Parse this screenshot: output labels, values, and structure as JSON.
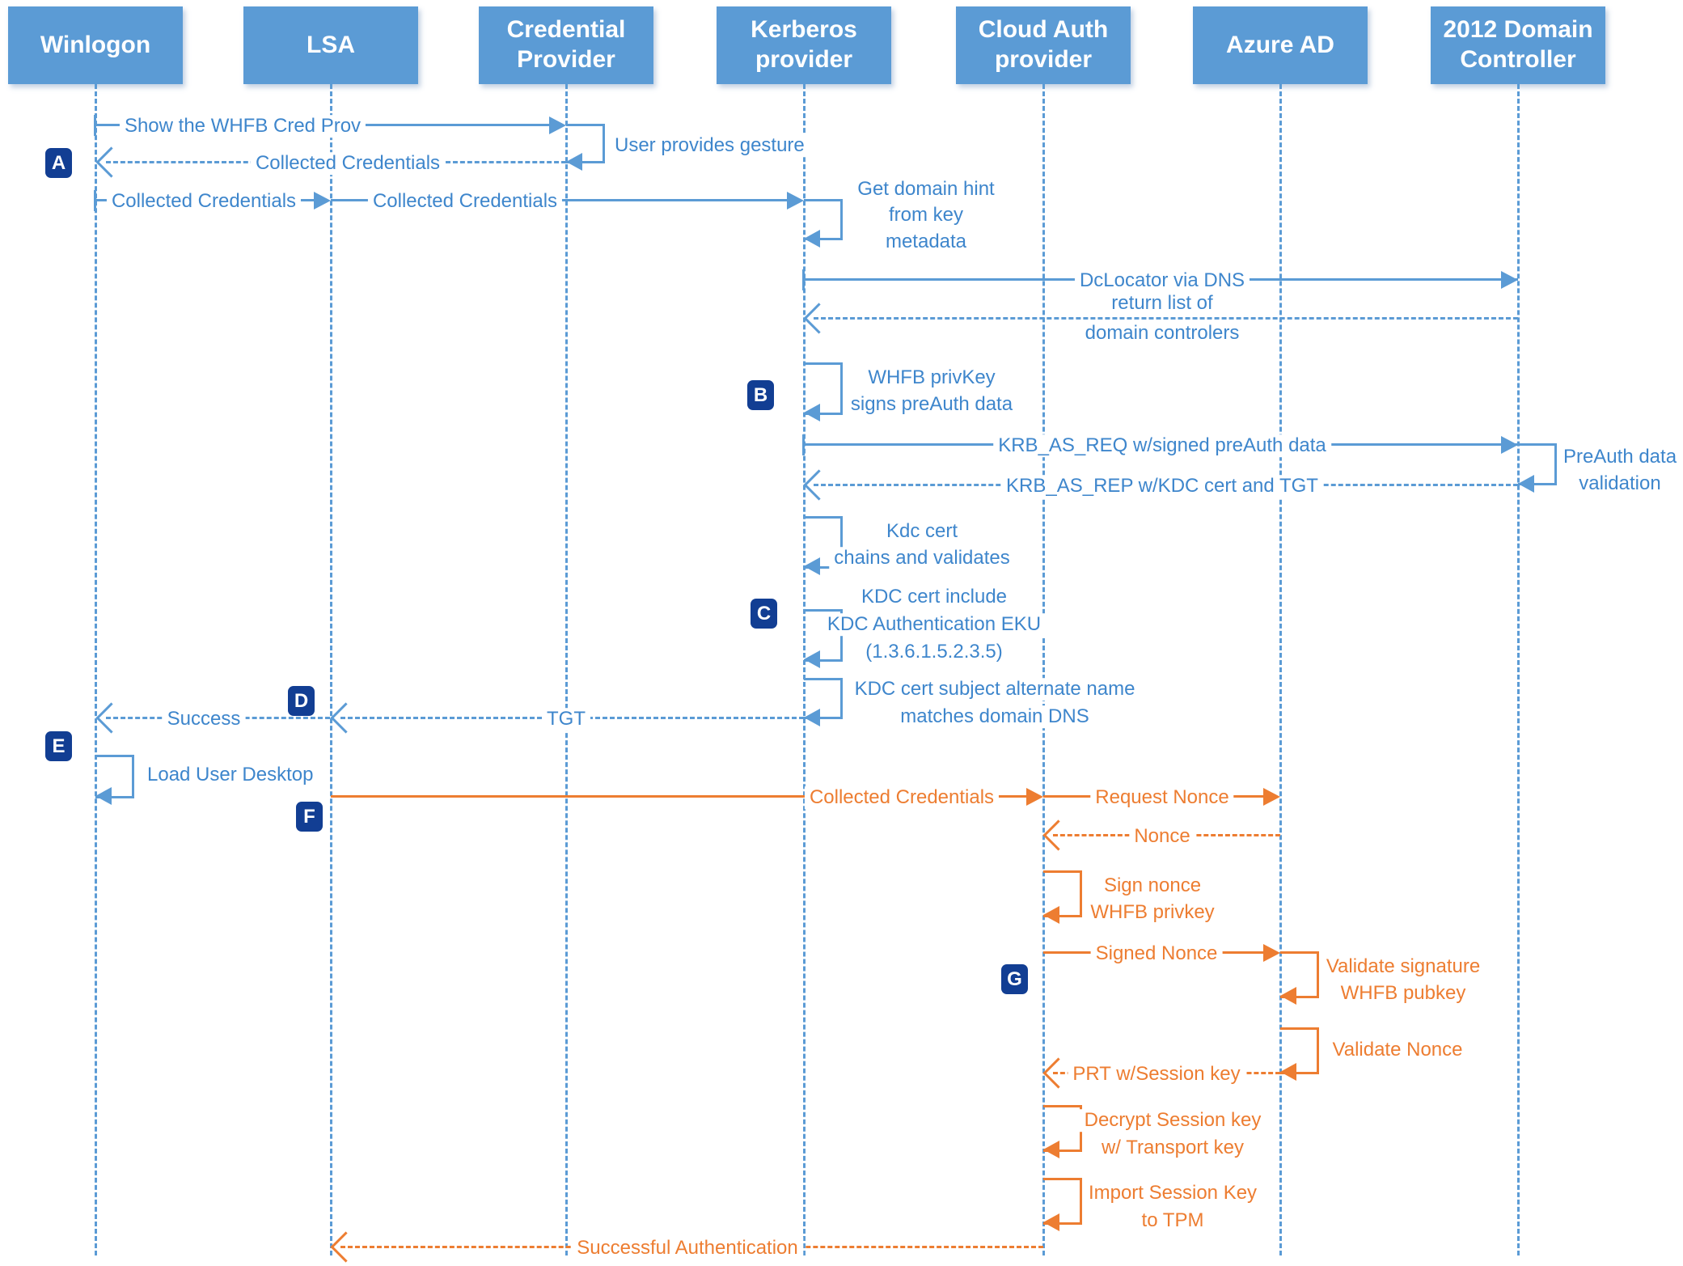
{
  "colors": {
    "blue": "#5B9BD5",
    "blue_text": "#3E86CC",
    "orange": "#ED7D31",
    "marker_bg": "#123E93"
  },
  "actors": [
    {
      "label": "Winlogon"
    },
    {
      "label": "LSA"
    },
    {
      "label": "Credential Provider"
    },
    {
      "label": "Kerberos provider"
    },
    {
      "label": "Cloud Auth provider"
    },
    {
      "label": "Azure AD"
    },
    {
      "label": "2012 Domain Controller"
    }
  ],
  "markers": {
    "a": "A",
    "b": "B",
    "c": "C",
    "d": "D",
    "e": "E",
    "f": "F",
    "g": "G"
  },
  "messages": {
    "show_whfb_cred_prov": "Show the WHFB Cred Prov",
    "user_provides_gesture": "User provides gesture",
    "collected_credentials_return": "Collected Credentials",
    "collected_credentials_winlogon_lsa": "Collected Credentials",
    "collected_credentials_lsa_kerberos": "Collected Credentials",
    "get_domain_hint_1": "Get domain hint",
    "get_domain_hint_2": "from key",
    "get_domain_hint_3": "metadata",
    "dclocator_via_dns": "DcLocator via DNS",
    "return_list_1": "return list of",
    "return_list_2": "domain controlers",
    "whfb_privkey_1": "WHFB privKey",
    "whfb_privkey_2": "signs preAuth data",
    "krb_as_req": "KRB_AS_REQ w/signed preAuth data",
    "preauth_validation_1": "PreAuth data",
    "preauth_validation_2": "validation",
    "krb_as_rep": "KRB_AS_REP w/KDC cert and TGT",
    "kdc_chains_1": "Kdc cert",
    "kdc_chains_2": "chains and validates",
    "kdc_eku_1": "KDC cert include",
    "kdc_eku_2": "KDC Authentication EKU",
    "kdc_eku_3": "(1.3.6.1.5.2.3.5)",
    "kdc_san_1": "KDC cert subject alternate name",
    "kdc_san_2": "matches domain DNS",
    "tgt": "TGT",
    "success": "Success",
    "load_user_desktop": "Load User Desktop",
    "collected_credentials_orange": "Collected Credentials",
    "request_nonce": "Request Nonce",
    "nonce": "Nonce",
    "sign_nonce_1": "Sign nonce",
    "sign_nonce_2": "WHFB privkey",
    "signed_nonce": "Signed Nonce",
    "validate_signature_1": "Validate signature",
    "validate_signature_2": "WHFB pubkey",
    "validate_nonce": "Validate Nonce",
    "prt_session_key": "PRT w/Session key",
    "decrypt_session_1": "Decrypt Session key",
    "decrypt_session_2": "w/ Transport key",
    "import_session_1": "Import Session Key",
    "import_session_2": "to TPM",
    "successful_authentication": "Successful Authentication"
  }
}
